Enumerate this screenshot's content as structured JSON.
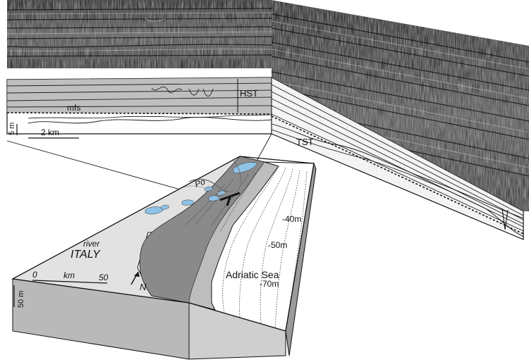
{
  "labels": {
    "hst": "HST",
    "tst": "TST",
    "mfs": "mfs",
    "scale_vertical_profile": "5 m",
    "scale_horizontal_profile": "2 km",
    "river_name": "Po",
    "river_word": "river",
    "country": "ITALY",
    "sea": "Adriatic Sea",
    "depth_40": "-40m",
    "depth_50": "-50m",
    "depth_70": "-70m",
    "map_scale_zero": "0",
    "map_scale_unit": "km",
    "map_scale_fifty": "50",
    "north": "N",
    "block_depth": "50 m"
  },
  "colors": {
    "seismic_dark": "#1f1f1f",
    "seismic_mid": "#6e6e6e",
    "land": "#e2e2e2",
    "block_side": "#b9b9b9",
    "shelf_dark": "#8a8a8a",
    "shelf_mid": "#bdbdbd",
    "lakes": "#8fc3e6",
    "line": "#111111"
  }
}
